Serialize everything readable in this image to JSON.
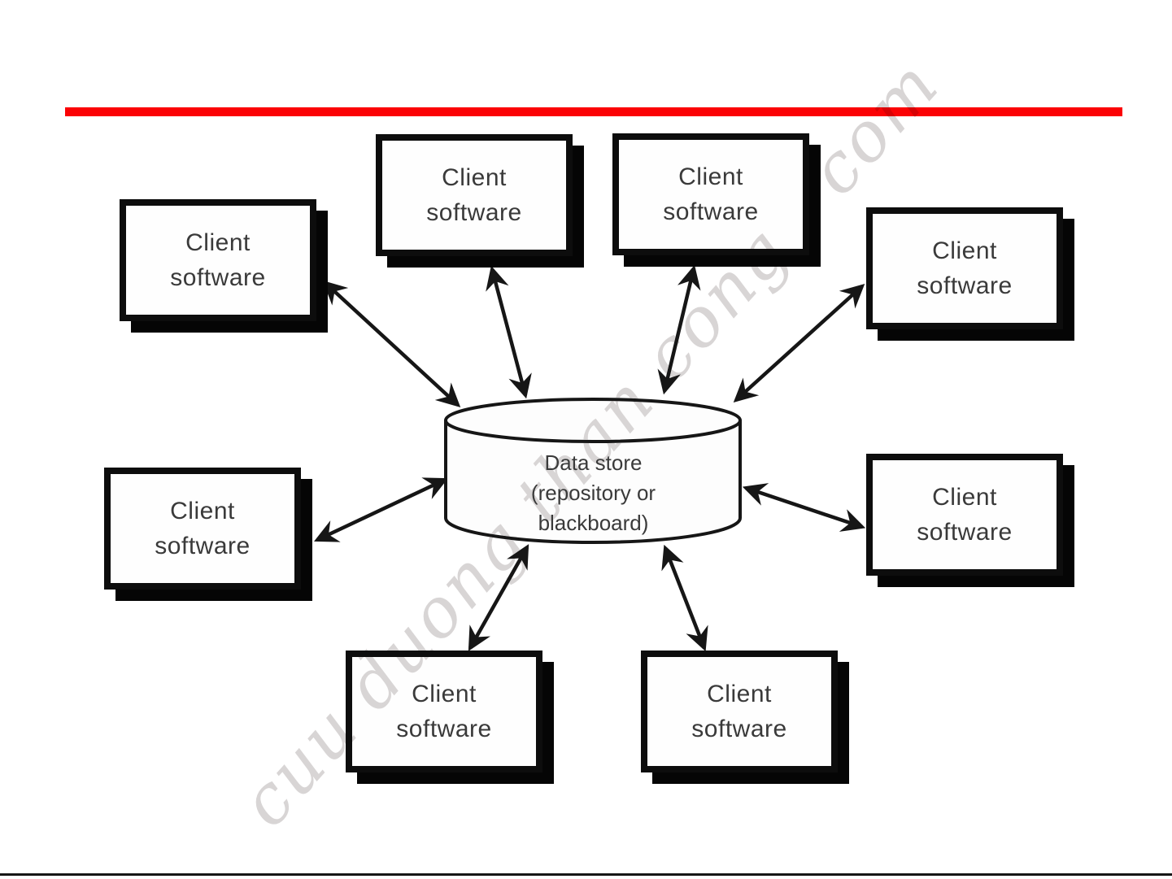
{
  "page": {
    "background_color": "#ffffff",
    "accent_rule_color": "#fb0205",
    "footer_rule_color": "#161616"
  },
  "watermark": {
    "text": "cuu duong than cong . com",
    "color": "#d8d5d5"
  },
  "diagram": {
    "data_store": {
      "line1": "Data store",
      "line2": "(repository or",
      "line3": "blackboard)"
    },
    "clients": [
      {
        "line1": "Client",
        "line2": "software"
      },
      {
        "line1": "Client",
        "line2": "software"
      },
      {
        "line1": "Client",
        "line2": "software"
      },
      {
        "line1": "Client",
        "line2": "software"
      },
      {
        "line1": "Client",
        "line2": "software"
      },
      {
        "line1": "Client",
        "line2": "software"
      },
      {
        "line1": "Client",
        "line2": "software"
      },
      {
        "line1": "Client",
        "line2": "software"
      }
    ]
  }
}
